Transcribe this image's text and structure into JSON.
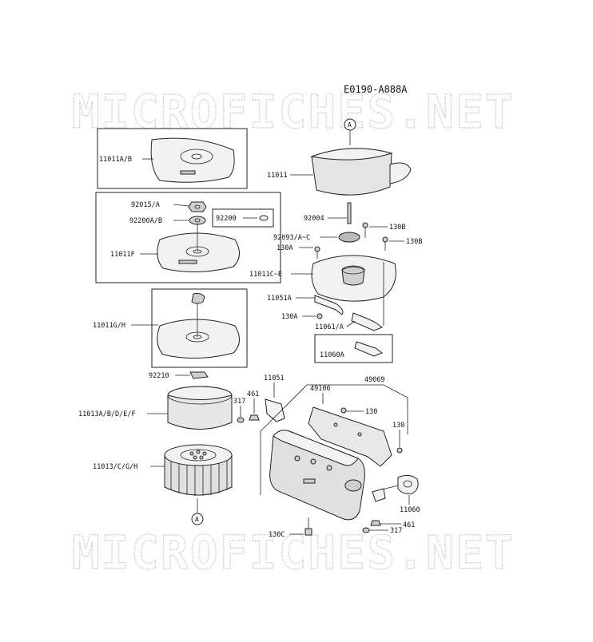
{
  "diagram_code": "E0190-A888A",
  "watermark": "MICROFICHES.NET",
  "ref_marker": "A",
  "labels": {
    "p11011AB": "11011A/B",
    "p92015A": "92015/A",
    "p92200AB": "92200A/B",
    "p92200": "92200",
    "p11011F": "11011F",
    "p11011GH": "11011G/H",
    "p92210": "92210",
    "p11013ABDEF": "11013A/B/D/E/F",
    "p461a": "461",
    "p317a": "317",
    "p11013CGH": "11013/C/G/H",
    "p11011": "11011",
    "p92004": "92004",
    "p130B1": "130B",
    "p92093": "92093/A~C",
    "p130B2": "130B",
    "p130A1": "130A",
    "p11011CE": "11011C~E",
    "p11051A": "11051A",
    "p130A2": "130A",
    "p11061A": "11061/A",
    "p11060A": "11060A",
    "p11051": "11051",
    "p49069": "49069",
    "p49106": "49106",
    "p130a": "130",
    "p130b": "130",
    "p11060": "11060",
    "p461b": "461",
    "p317b": "317",
    "p130C": "130C"
  }
}
